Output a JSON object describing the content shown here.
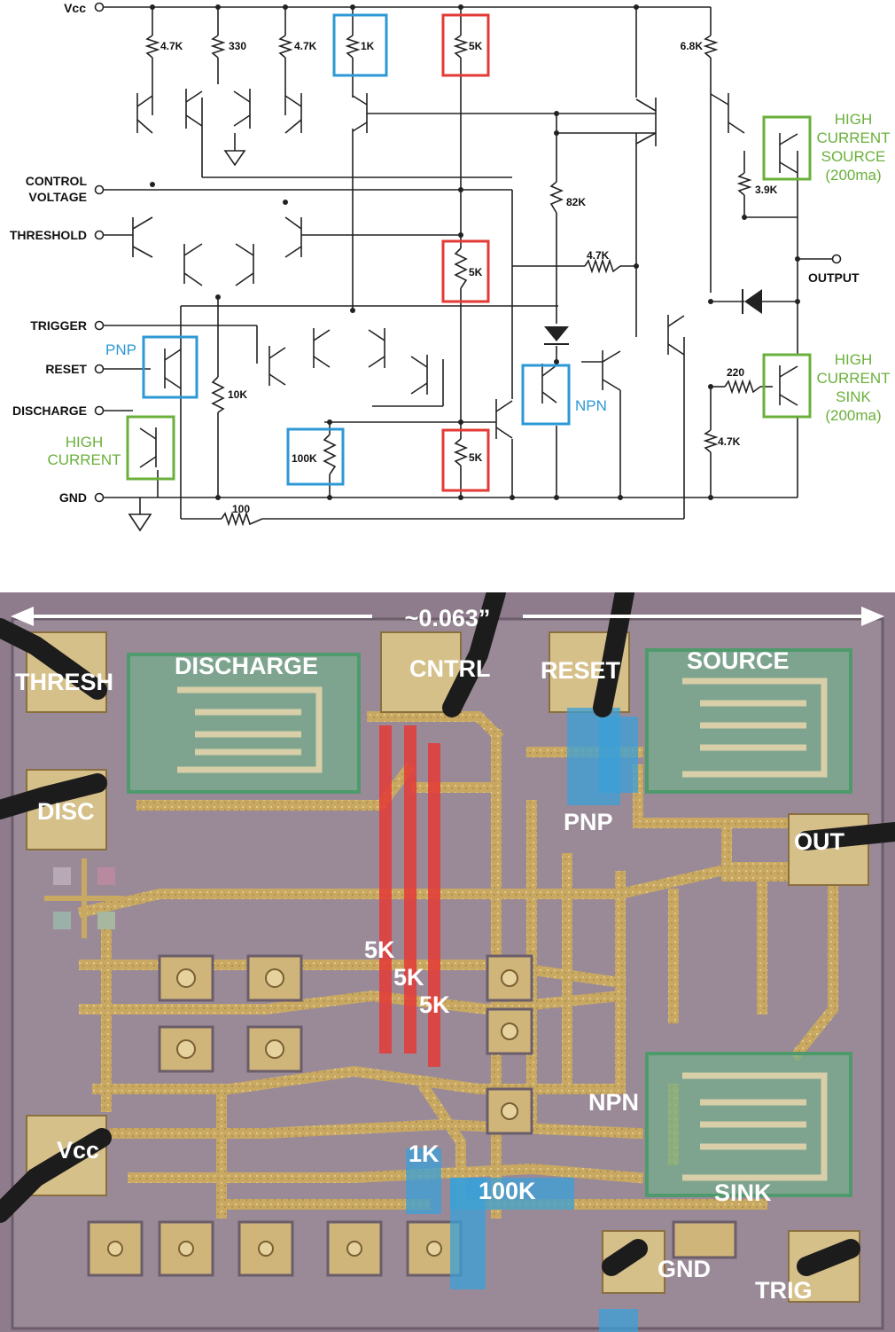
{
  "colors": {
    "highlight_blue": "#2c98d6",
    "highlight_red": "#e33a36",
    "highlight_green": "#6ab03b",
    "wire": "#222222",
    "die_bg": "#8e7c8c",
    "metal_gold": "#c9a961"
  },
  "schematic": {
    "pins": {
      "vcc": "Vcc",
      "control_1": "CONTROL",
      "control_2": "VOLTAGE",
      "threshold": "THRESHOLD",
      "trigger": "TRIGGER",
      "reset": "RESET",
      "discharge": "DISCHARGE",
      "gnd": "GND",
      "output": "OUTPUT"
    },
    "resistors": {
      "r4_7k_a": "4.7K",
      "r330": "330",
      "r4_7k_b": "4.7K",
      "r1k": "1K",
      "r5k_top": "5K",
      "r6_8k": "6.8K",
      "r3_9k": "3.9K",
      "r82k": "82K",
      "r4_7k_mid": "4.7K",
      "r5k_mid": "5K",
      "r10k": "10K",
      "r100k": "100K",
      "r5k_bot": "5K",
      "r220": "220",
      "r4_7k_low": "4.7K",
      "r100": "100"
    },
    "annotations": {
      "pnp": "PNP",
      "npn": "NPN",
      "hc_1": "HIGH",
      "hc_2": "CURRENT",
      "src_1": "HIGH",
      "src_2": "CURRENT",
      "src_3": "SOURCE",
      "src_4": "(200ma)",
      "sink_1": "HIGH",
      "sink_2": "CURRENT",
      "sink_3": "SINK",
      "sink_4": "(200ma)"
    }
  },
  "die": {
    "width": "~0.063”",
    "labels": {
      "thresh": "THRESH",
      "discharge": "DISCHARGE",
      "cntrl": "CNTRL",
      "reset": "RESET",
      "source": "SOURCE",
      "disc": "DISC",
      "pnp": "PNP",
      "out": "OUT",
      "r5k_1": "5K",
      "r5k_2": "5K",
      "r5k_3": "5K",
      "npn": "NPN",
      "vcc": "Vcc",
      "r1k": "1K",
      "r100k": "100K",
      "sink": "SINK",
      "gnd": "GND",
      "trig": "TRIG"
    }
  }
}
